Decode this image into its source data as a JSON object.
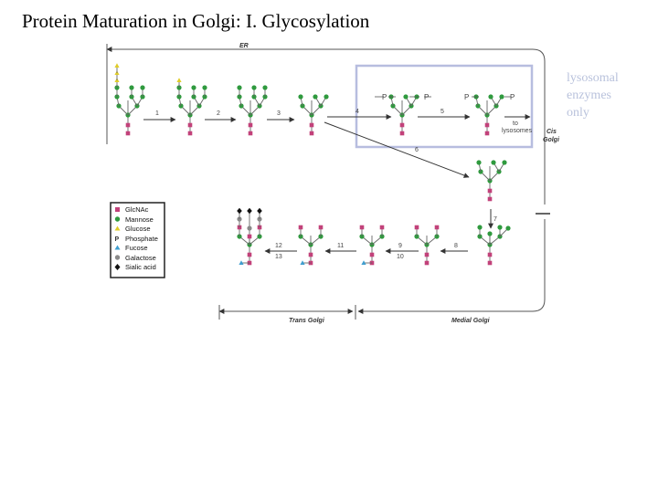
{
  "title": "Protein Maturation in Golgi:  I. Glycosylation",
  "side_note": [
    "lysosomal",
    "enzymes",
    "only"
  ],
  "compartments": {
    "er": "ER",
    "cis_golgi": [
      "Cis",
      "Golgi"
    ],
    "medial_golgi": "Medial Golgi",
    "trans_golgi": "Trans Golgi",
    "to_lysosomes": [
      "to",
      "lysosomes"
    ]
  },
  "steps": [
    "1",
    "2",
    "3",
    "4",
    "5",
    "6",
    "7",
    "8",
    "9",
    "10",
    "11",
    "12",
    "13"
  ],
  "phosphate_label": "P",
  "legend": [
    {
      "label": "GlcNAc",
      "symbol": "square",
      "color": "#c2417a"
    },
    {
      "label": "Mannose",
      "symbol": "circle",
      "color": "#2f9a3e"
    },
    {
      "label": "Glucose",
      "symbol": "triangle",
      "color": "#e0cd28"
    },
    {
      "label": "Phosphate",
      "symbol": "letter",
      "color": "#333333"
    },
    {
      "label": "Fucose",
      "symbol": "triangle",
      "color": "#3f9fd0"
    },
    {
      "label": "Galactose",
      "symbol": "circle",
      "color": "#8a8a8a"
    },
    {
      "label": "Sialic acid",
      "symbol": "diamond",
      "color": "#111111"
    }
  ]
}
